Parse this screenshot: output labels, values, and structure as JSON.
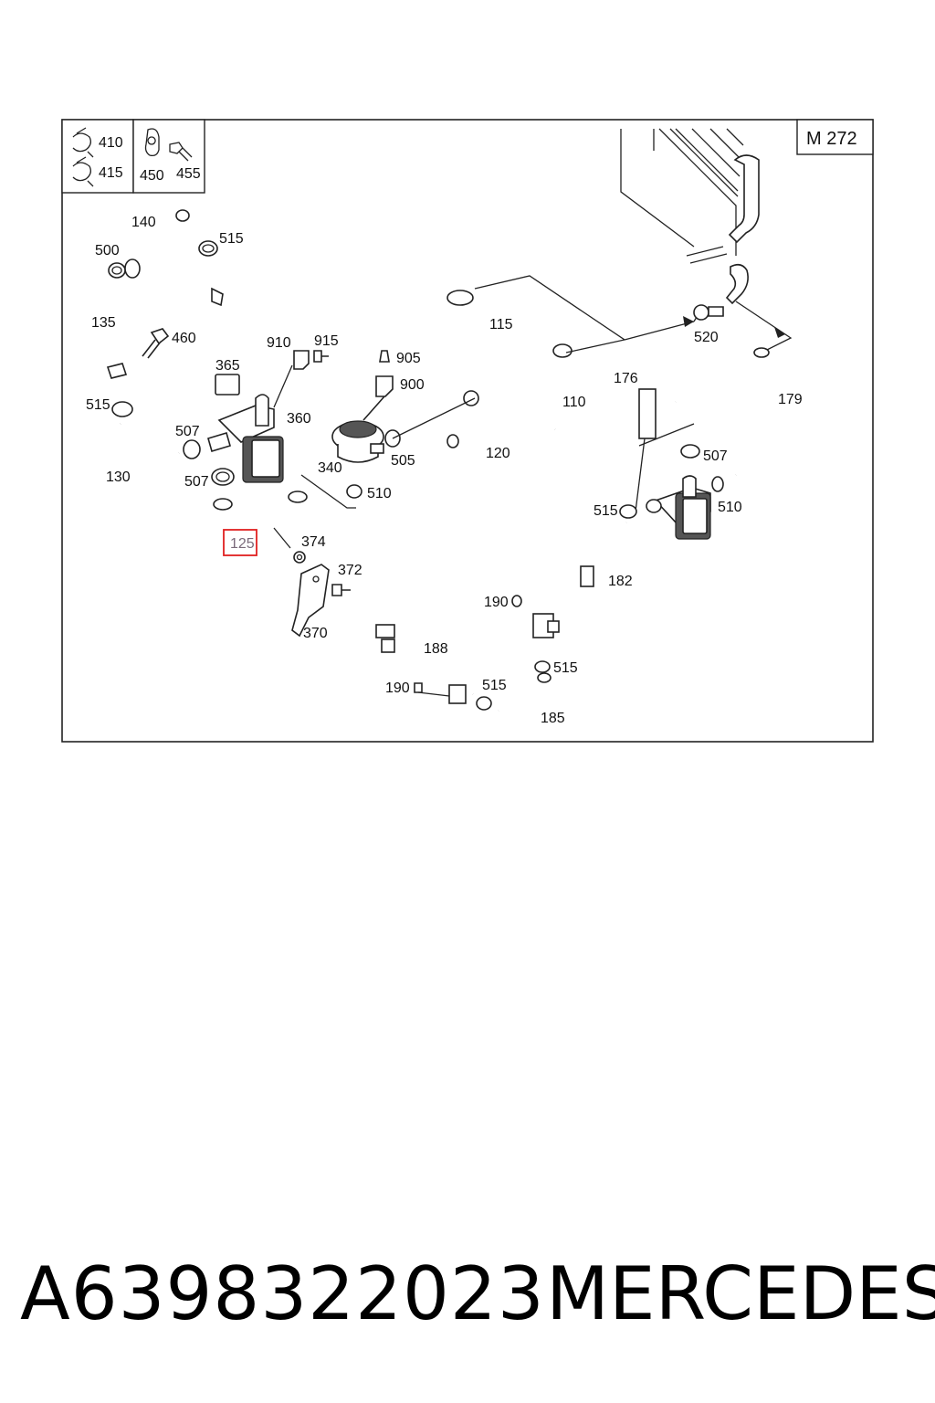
{
  "model": "M 272",
  "legend": [
    {
      "number": "410",
      "icon": "hose-clamp-icon"
    },
    {
      "number": "415",
      "icon": "hose-clamp-icon"
    },
    {
      "number": "450",
      "icon": "p-clip-icon"
    },
    {
      "number": "455",
      "icon": "bolt-icon"
    }
  ],
  "callouts": {
    "p140": "140",
    "p515a": "515",
    "p500": "500",
    "p135": "135",
    "p460": "460",
    "p515b": "515",
    "p130": "130",
    "p507a": "507",
    "p507b": "507",
    "p365": "365",
    "p910": "910",
    "p915": "915",
    "p360": "360",
    "p905": "905",
    "p900": "900",
    "p340": "340",
    "p505": "505",
    "p510a": "510",
    "p125": "125",
    "p374": "374",
    "p372": "372",
    "p370": "370",
    "p115": "115",
    "p120": "120",
    "p110": "110",
    "p520": "520",
    "p176": "176",
    "p179": "179",
    "p507c": "507",
    "p510b": "510",
    "p515c": "515",
    "p182": "182",
    "p190a": "190",
    "p188": "188",
    "p190b": "190",
    "p515d": "515",
    "p515e": "515",
    "p185": "185"
  },
  "highlight": {
    "callout": "125",
    "color": "#e02020"
  },
  "footer": {
    "part_number": "A6398322023",
    "brand": "MERCEDES"
  }
}
